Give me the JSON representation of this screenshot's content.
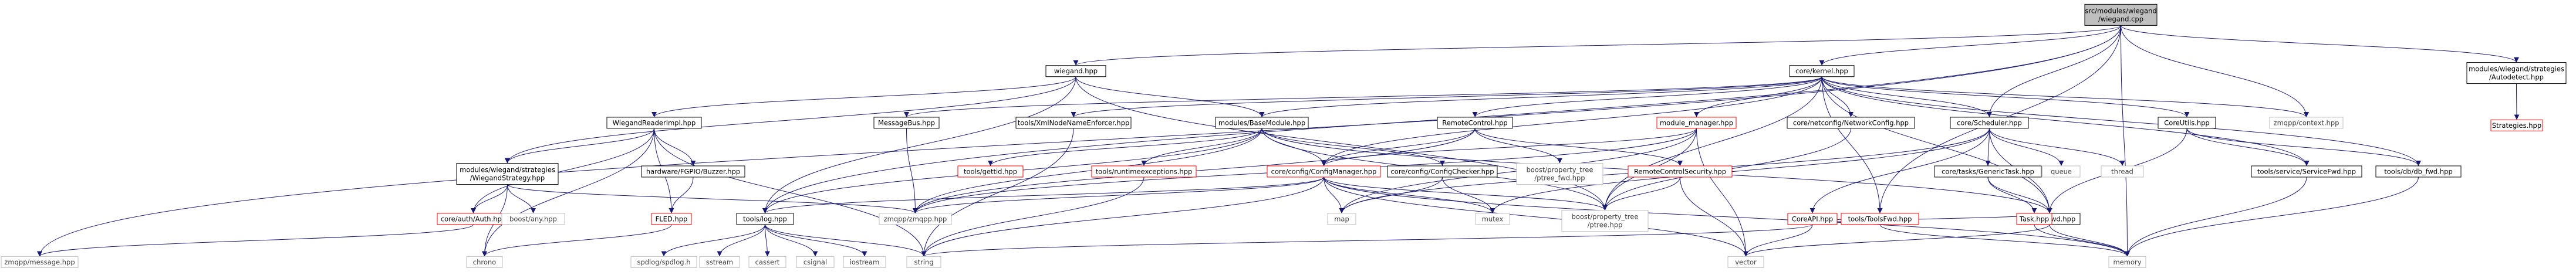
{
  "colors": {
    "edge": "#191970",
    "node_border_black": "#000000",
    "node_border_red": "#ff0000",
    "node_border_gray": "#bfbfbf",
    "node_fill": "#ffffff",
    "root_fill": "#bfbfbf",
    "text_black": "#000000",
    "text_red": "#ff0000",
    "text_gray": "#404040"
  },
  "nodes": [
    {
      "id": "root",
      "lines": [
        "src/modules/wiegand",
        "/wiegand.cpp"
      ],
      "style": "root"
    },
    {
      "id": "wiegand_hpp",
      "lines": [
        "wiegand.hpp"
      ],
      "style": "black"
    },
    {
      "id": "core_kernel",
      "lines": [
        "core/kernel.hpp"
      ],
      "style": "black"
    },
    {
      "id": "autodetect",
      "lines": [
        "modules/wiegand/strategies",
        "/Autodetect.hpp"
      ],
      "style": "black"
    },
    {
      "id": "wreaderimpl",
      "lines": [
        "WiegandReaderImpl.hpp"
      ],
      "style": "black"
    },
    {
      "id": "messagebus",
      "lines": [
        "MessageBus.hpp"
      ],
      "style": "black"
    },
    {
      "id": "xmlnode",
      "lines": [
        "tools/XmlNodeNameEnforcer.hpp"
      ],
      "style": "black"
    },
    {
      "id": "basemodule",
      "lines": [
        "modules/BaseModule.hpp"
      ],
      "style": "black"
    },
    {
      "id": "remotecontrol",
      "lines": [
        "RemoteControl.hpp"
      ],
      "style": "black"
    },
    {
      "id": "module_manager",
      "lines": [
        "module_manager.hpp"
      ],
      "style": "red"
    },
    {
      "id": "netconfig",
      "lines": [
        "core/netconfig/NetworkConfig.hpp"
      ],
      "style": "black"
    },
    {
      "id": "scheduler",
      "lines": [
        "core/Scheduler.hpp"
      ],
      "style": "black"
    },
    {
      "id": "coreutils",
      "lines": [
        "CoreUtils.hpp"
      ],
      "style": "black"
    },
    {
      "id": "zmqpp_context",
      "lines": [
        "zmqpp/context.hpp"
      ],
      "style": "gray"
    },
    {
      "id": "strategies",
      "lines": [
        "Strategies.hpp"
      ],
      "style": "red"
    },
    {
      "id": "wstrategy",
      "lines": [
        "modules/wiegand/strategies",
        "/WiegandStrategy.hpp"
      ],
      "style": "black"
    },
    {
      "id": "hwbuzzer",
      "lines": [
        "hardware/FGPIO/Buzzer.hpp"
      ],
      "style": "black"
    },
    {
      "id": "tools_gettid",
      "lines": [
        "tools/gettid.hpp"
      ],
      "style": "red"
    },
    {
      "id": "runtime_ex",
      "lines": [
        "tools/runtimeexceptions.hpp"
      ],
      "style": "red"
    },
    {
      "id": "configmanager",
      "lines": [
        "core/config/ConfigManager.hpp"
      ],
      "style": "red"
    },
    {
      "id": "configchecker",
      "lines": [
        "core/config/ConfigChecker.hpp"
      ],
      "style": "black"
    },
    {
      "id": "ptree_fwd",
      "lines": [
        "boost/property_tree",
        "/ptree_fwd.hpp"
      ],
      "style": "gray"
    },
    {
      "id": "remotesec",
      "lines": [
        "RemoteControlSecurity.hpp"
      ],
      "style": "red"
    },
    {
      "id": "genericTask",
      "lines": [
        "core/tasks/GenericTask.hpp"
      ],
      "style": "black"
    },
    {
      "id": "queue",
      "lines": [
        "queue"
      ],
      "style": "gray"
    },
    {
      "id": "thread",
      "lines": [
        "thread"
      ],
      "style": "gray"
    },
    {
      "id": "servicefwd",
      "lines": [
        "tools/service/ServiceFwd.hpp"
      ],
      "style": "black"
    },
    {
      "id": "dbfwd",
      "lines": [
        "tools/db/db_fwd.hpp"
      ],
      "style": "black"
    },
    {
      "id": "core_auth",
      "lines": [
        "core/auth/Auth.hpp"
      ],
      "style": "red"
    },
    {
      "id": "boost_any",
      "lines": [
        "boost/any.hpp"
      ],
      "style": "gray"
    },
    {
      "id": "fled",
      "lines": [
        "FLED.hpp"
      ],
      "style": "red"
    },
    {
      "id": "zmqpp",
      "lines": [
        "zmqpp/zmqpp.hpp"
      ],
      "style": "gray"
    },
    {
      "id": "corapi",
      "lines": [
        "CoreAPI.hpp"
      ],
      "style": "red"
    },
    {
      "id": "ptree_hpp",
      "lines": [
        "boost/property_tree",
        "/ptree.hpp"
      ],
      "style": "gray"
    },
    {
      "id": "toolsfwd",
      "lines": [
        "tools/ToolsFwd.hpp"
      ],
      "style": "red"
    },
    {
      "id": "leosacfwd",
      "lines": [
        "LeosacFwd.hpp"
      ],
      "style": "black"
    },
    {
      "id": "task",
      "lines": [
        "Task.hpp"
      ],
      "style": "red"
    },
    {
      "id": "toolslog",
      "lines": [
        "tools/log.hpp"
      ],
      "style": "black"
    },
    {
      "id": "map",
      "lines": [
        "map"
      ],
      "style": "gray"
    },
    {
      "id": "mutex",
      "lines": [
        "mutex"
      ],
      "style": "gray"
    },
    {
      "id": "zmqpp_message",
      "lines": [
        "zmqpp/message.hpp"
      ],
      "style": "gray"
    },
    {
      "id": "chrono",
      "lines": [
        "chrono"
      ],
      "style": "gray"
    },
    {
      "id": "spdlog",
      "lines": [
        "spdlog/spdlog.h"
      ],
      "style": "gray"
    },
    {
      "id": "sstream",
      "lines": [
        "sstream"
      ],
      "style": "gray"
    },
    {
      "id": "cassert",
      "lines": [
        "cassert"
      ],
      "style": "gray"
    },
    {
      "id": "csignal",
      "lines": [
        "csignal"
      ],
      "style": "gray"
    },
    {
      "id": "iostream",
      "lines": [
        "iostream"
      ],
      "style": "gray"
    },
    {
      "id": "string",
      "lines": [
        "string"
      ],
      "style": "gray"
    },
    {
      "id": "vector",
      "lines": [
        "vector"
      ],
      "style": "gray"
    },
    {
      "id": "memory",
      "lines": [
        "memory"
      ],
      "style": "gray"
    }
  ],
  "edges": [
    [
      "root",
      "wiegand_hpp"
    ],
    [
      "root",
      "core_kernel"
    ],
    [
      "root",
      "autodetect"
    ],
    [
      "root",
      "zmqpp_context"
    ],
    [
      "root",
      "scheduler"
    ],
    [
      "root",
      "toolslog"
    ],
    [
      "root",
      "zmqpp_message"
    ],
    [
      "root",
      "toolsfwd"
    ],
    [
      "root",
      "memory"
    ],
    [
      "autodetect",
      "strategies"
    ],
    [
      "wiegand_hpp",
      "wreaderimpl"
    ],
    [
      "wiegand_hpp",
      "basemodule"
    ],
    [
      "wiegand_hpp",
      "toolslog"
    ],
    [
      "wiegand_hpp",
      "ptree_hpp"
    ],
    [
      "wiegand_hpp",
      "wstrategy"
    ],
    [
      "core_kernel",
      "messagebus"
    ],
    [
      "core_kernel",
      "xmlnode"
    ],
    [
      "core_kernel",
      "basemodule"
    ],
    [
      "core_kernel",
      "remotecontrol"
    ],
    [
      "core_kernel",
      "module_manager"
    ],
    [
      "core_kernel",
      "netconfig"
    ],
    [
      "core_kernel",
      "scheduler"
    ],
    [
      "core_kernel",
      "coreutils"
    ],
    [
      "core_kernel",
      "zmqpp_context"
    ],
    [
      "core_kernel",
      "servicefwd"
    ],
    [
      "core_kernel",
      "dbfwd"
    ],
    [
      "core_kernel",
      "configmanager"
    ],
    [
      "core_kernel",
      "ptree_hpp"
    ],
    [
      "core_kernel",
      "leosacfwd"
    ],
    [
      "core_kernel",
      "toolsfwd"
    ],
    [
      "wreaderimpl",
      "wstrategy"
    ],
    [
      "wreaderimpl",
      "hwbuzzer"
    ],
    [
      "wreaderimpl",
      "fled"
    ],
    [
      "wreaderimpl",
      "chrono"
    ],
    [
      "wreaderimpl",
      "string"
    ],
    [
      "wreaderimpl",
      "core_auth"
    ],
    [
      "wstrategy",
      "core_auth"
    ],
    [
      "wstrategy",
      "boost_any"
    ],
    [
      "wstrategy",
      "chrono"
    ],
    [
      "wstrategy",
      "zmqpp"
    ],
    [
      "hwbuzzer",
      "fled"
    ],
    [
      "fled",
      "chrono"
    ],
    [
      "core_auth",
      "zmqpp_message"
    ],
    [
      "messagebus",
      "zmqpp"
    ],
    [
      "xmlnode",
      "string"
    ],
    [
      "basemodule",
      "tools_gettid"
    ],
    [
      "basemodule",
      "runtime_ex"
    ],
    [
      "basemodule",
      "configmanager"
    ],
    [
      "basemodule",
      "configchecker"
    ],
    [
      "basemodule",
      "zmqpp"
    ],
    [
      "basemodule",
      "toolslog"
    ],
    [
      "basemodule",
      "ptree_hpp"
    ],
    [
      "basemodule",
      "leosacfwd"
    ],
    [
      "remotecontrol",
      "ptree_fwd"
    ],
    [
      "remotecontrol",
      "remotesec"
    ],
    [
      "remotecontrol",
      "configmanager"
    ],
    [
      "remotecontrol",
      "zmqpp"
    ],
    [
      "module_manager",
      "configmanager"
    ],
    [
      "module_manager",
      "map"
    ],
    [
      "module_manager",
      "ptree_hpp"
    ],
    [
      "module_manager",
      "vector"
    ],
    [
      "module_manager",
      "zmqpp"
    ],
    [
      "netconfig",
      "ptree_hpp"
    ],
    [
      "scheduler",
      "genericTask"
    ],
    [
      "scheduler",
      "queue"
    ],
    [
      "scheduler",
      "thread"
    ],
    [
      "scheduler",
      "corapi"
    ],
    [
      "scheduler",
      "leosacfwd"
    ],
    [
      "scheduler",
      "mutex"
    ],
    [
      "scheduler",
      "map"
    ],
    [
      "coreutils",
      "servicefwd"
    ],
    [
      "coreutils",
      "dbfwd"
    ],
    [
      "coreutils",
      "leosacfwd"
    ],
    [
      "runtime_ex",
      "string"
    ],
    [
      "configmanager",
      "ptree_hpp"
    ],
    [
      "configmanager",
      "map"
    ],
    [
      "configmanager",
      "vector"
    ],
    [
      "configmanager",
      "string"
    ],
    [
      "configmanager",
      "memory"
    ],
    [
      "configmanager",
      "zmqpp"
    ],
    [
      "configmanager",
      "mutex"
    ],
    [
      "configmanager",
      "toolslog"
    ],
    [
      "configchecker",
      "map"
    ],
    [
      "configchecker",
      "mutex"
    ],
    [
      "remotesec",
      "ptree_hpp"
    ],
    [
      "remotesec",
      "vector"
    ],
    [
      "genericTask",
      "task"
    ],
    [
      "genericTask",
      "leosacfwd"
    ],
    [
      "task",
      "memory"
    ],
    [
      "corapi",
      "toolsfwd"
    ],
    [
      "corapi",
      "string"
    ],
    [
      "corapi",
      "vector"
    ],
    [
      "corapi",
      "leosacfwd"
    ],
    [
      "toolsfwd",
      "memory"
    ],
    [
      "leosacfwd",
      "vector"
    ],
    [
      "leosacfwd",
      "memory"
    ],
    [
      "servicefwd",
      "memory"
    ],
    [
      "dbfwd",
      "memory"
    ],
    [
      "toolslog",
      "spdlog"
    ],
    [
      "toolslog",
      "sstream"
    ],
    [
      "toolslog",
      "cassert"
    ],
    [
      "toolslog",
      "csignal"
    ],
    [
      "toolslog",
      "iostream"
    ],
    [
      "toolslog",
      "string"
    ]
  ]
}
